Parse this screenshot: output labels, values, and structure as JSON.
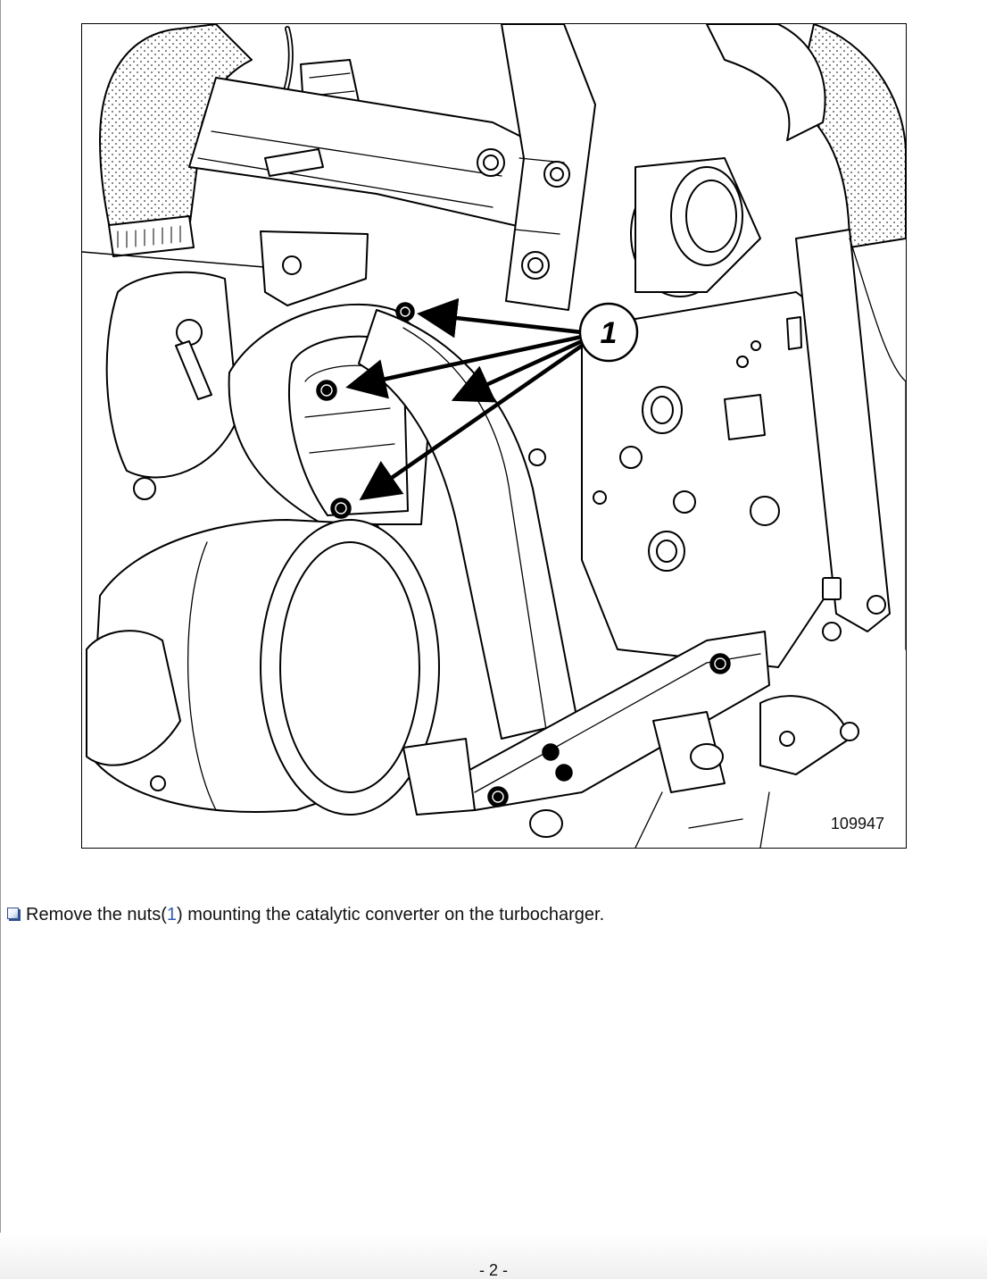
{
  "figure": {
    "figure_number": "109947",
    "callout_label": "1"
  },
  "instruction": {
    "text_before": "Remove the nuts(",
    "reference": "1",
    "text_after": ") mounting the catalytic converter on the turbocharger."
  },
  "footer": {
    "page_number": "- 2 -"
  }
}
